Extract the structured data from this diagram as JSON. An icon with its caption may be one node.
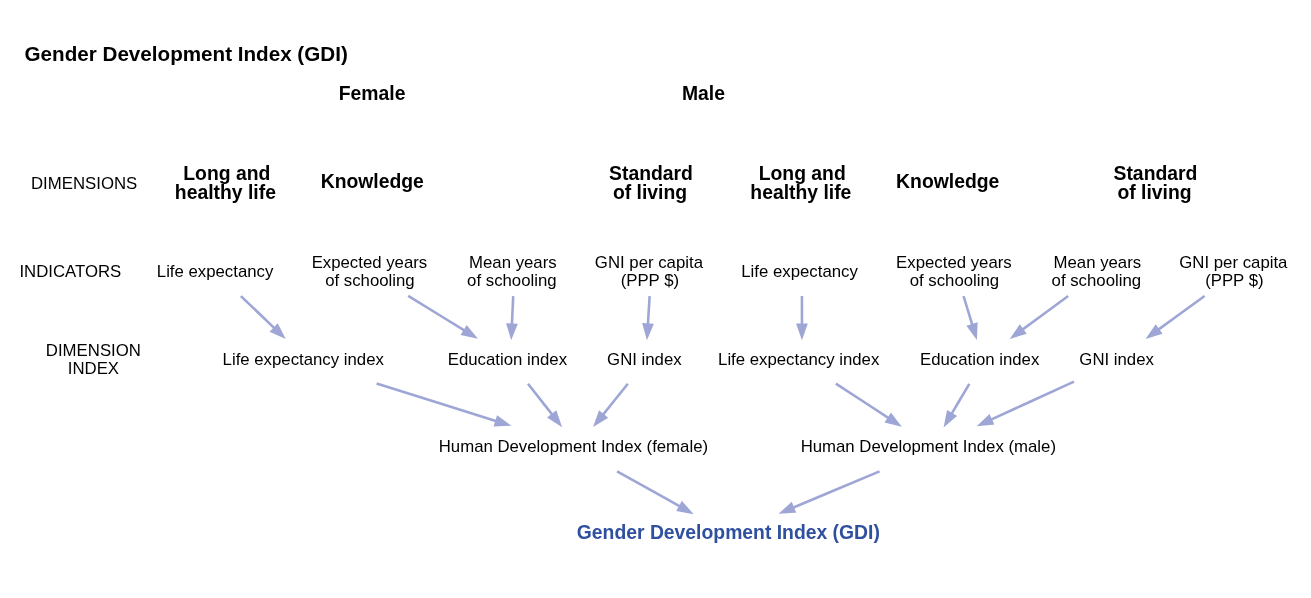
{
  "diagram": {
    "title": "Gender Development Index (GDI)",
    "nodes": [
      {
        "text": [
          "Life expectancy"
        ]
      },
      {
        "text": [
          "Expected years of schooling"
        ]
      },
      {
        "text": [
          "Mean years of schooling"
        ]
      },
      {
        "text": [
          "GNI per capita (PPP $)"
        ]
      },
      {
        "text": [
          "Life expectancy"
        ]
      },
      {
        "text": [
          "Expected years of schooling"
        ]
      },
      {
        "text": [
          "Mean years of schooling"
        ]
      },
      {
        "text": [
          "GNI per capita (PPP $)"
        ]
      },
      {
        "text": [
          "Life expectancy index"
        ]
      },
      {
        "text": [
          "Education index"
        ]
      },
      {
        "text": [
          "GNI index"
        ]
      },
      {
        "text": [
          "Life expectancy index"
        ]
      },
      {
        "text": [
          "Education index"
        ]
      },
      {
        "text": [
          "GNI index"
        ]
      },
      {
        "text": [
          "Human Development Index (female)"
        ]
      },
      {
        "text": [
          "Human Development Index (male)"
        ]
      },
      {
        "text": [
          "Gender Development Index (GDI)"
        ]
      }
    ],
    "edges": [
      {
        "from": 0,
        "to": 8,
        "arrow": "to"
      },
      {
        "from": 1,
        "to": 9,
        "arrow": "to"
      },
      {
        "from": 2,
        "to": 9,
        "arrow": "to"
      },
      {
        "from": 3,
        "to": 10,
        "arrow": "to"
      },
      {
        "from": 4,
        "to": 11,
        "arrow": "to"
      },
      {
        "from": 5,
        "to": 12,
        "arrow": "to"
      },
      {
        "from": 6,
        "to": 12,
        "arrow": "to"
      },
      {
        "from": 7,
        "to": 13,
        "arrow": "to"
      },
      {
        "from": 8,
        "to": 14,
        "arrow": "to"
      },
      {
        "from": 9,
        "to": 14,
        "arrow": "to"
      },
      {
        "from": 10,
        "to": 14,
        "arrow": "to"
      },
      {
        "from": 11,
        "to": 15,
        "arrow": "to"
      },
      {
        "from": 12,
        "to": 15,
        "arrow": "to"
      },
      {
        "from": 13,
        "to": 15,
        "arrow": "to"
      },
      {
        "from": 14,
        "to": 16,
        "arrow": "to"
      },
      {
        "from": 15,
        "to": 16,
        "arrow": "to"
      }
    ],
    "labels": [
      "Female",
      "Male",
      "DIMENSIONS",
      "Long and healthy life",
      "Knowledge",
      "Standard of living",
      "Long and healthy life",
      "Knowledge",
      "Standard of living",
      "INDICATORS",
      "DIMENSION INDEX"
    ]
  }
}
